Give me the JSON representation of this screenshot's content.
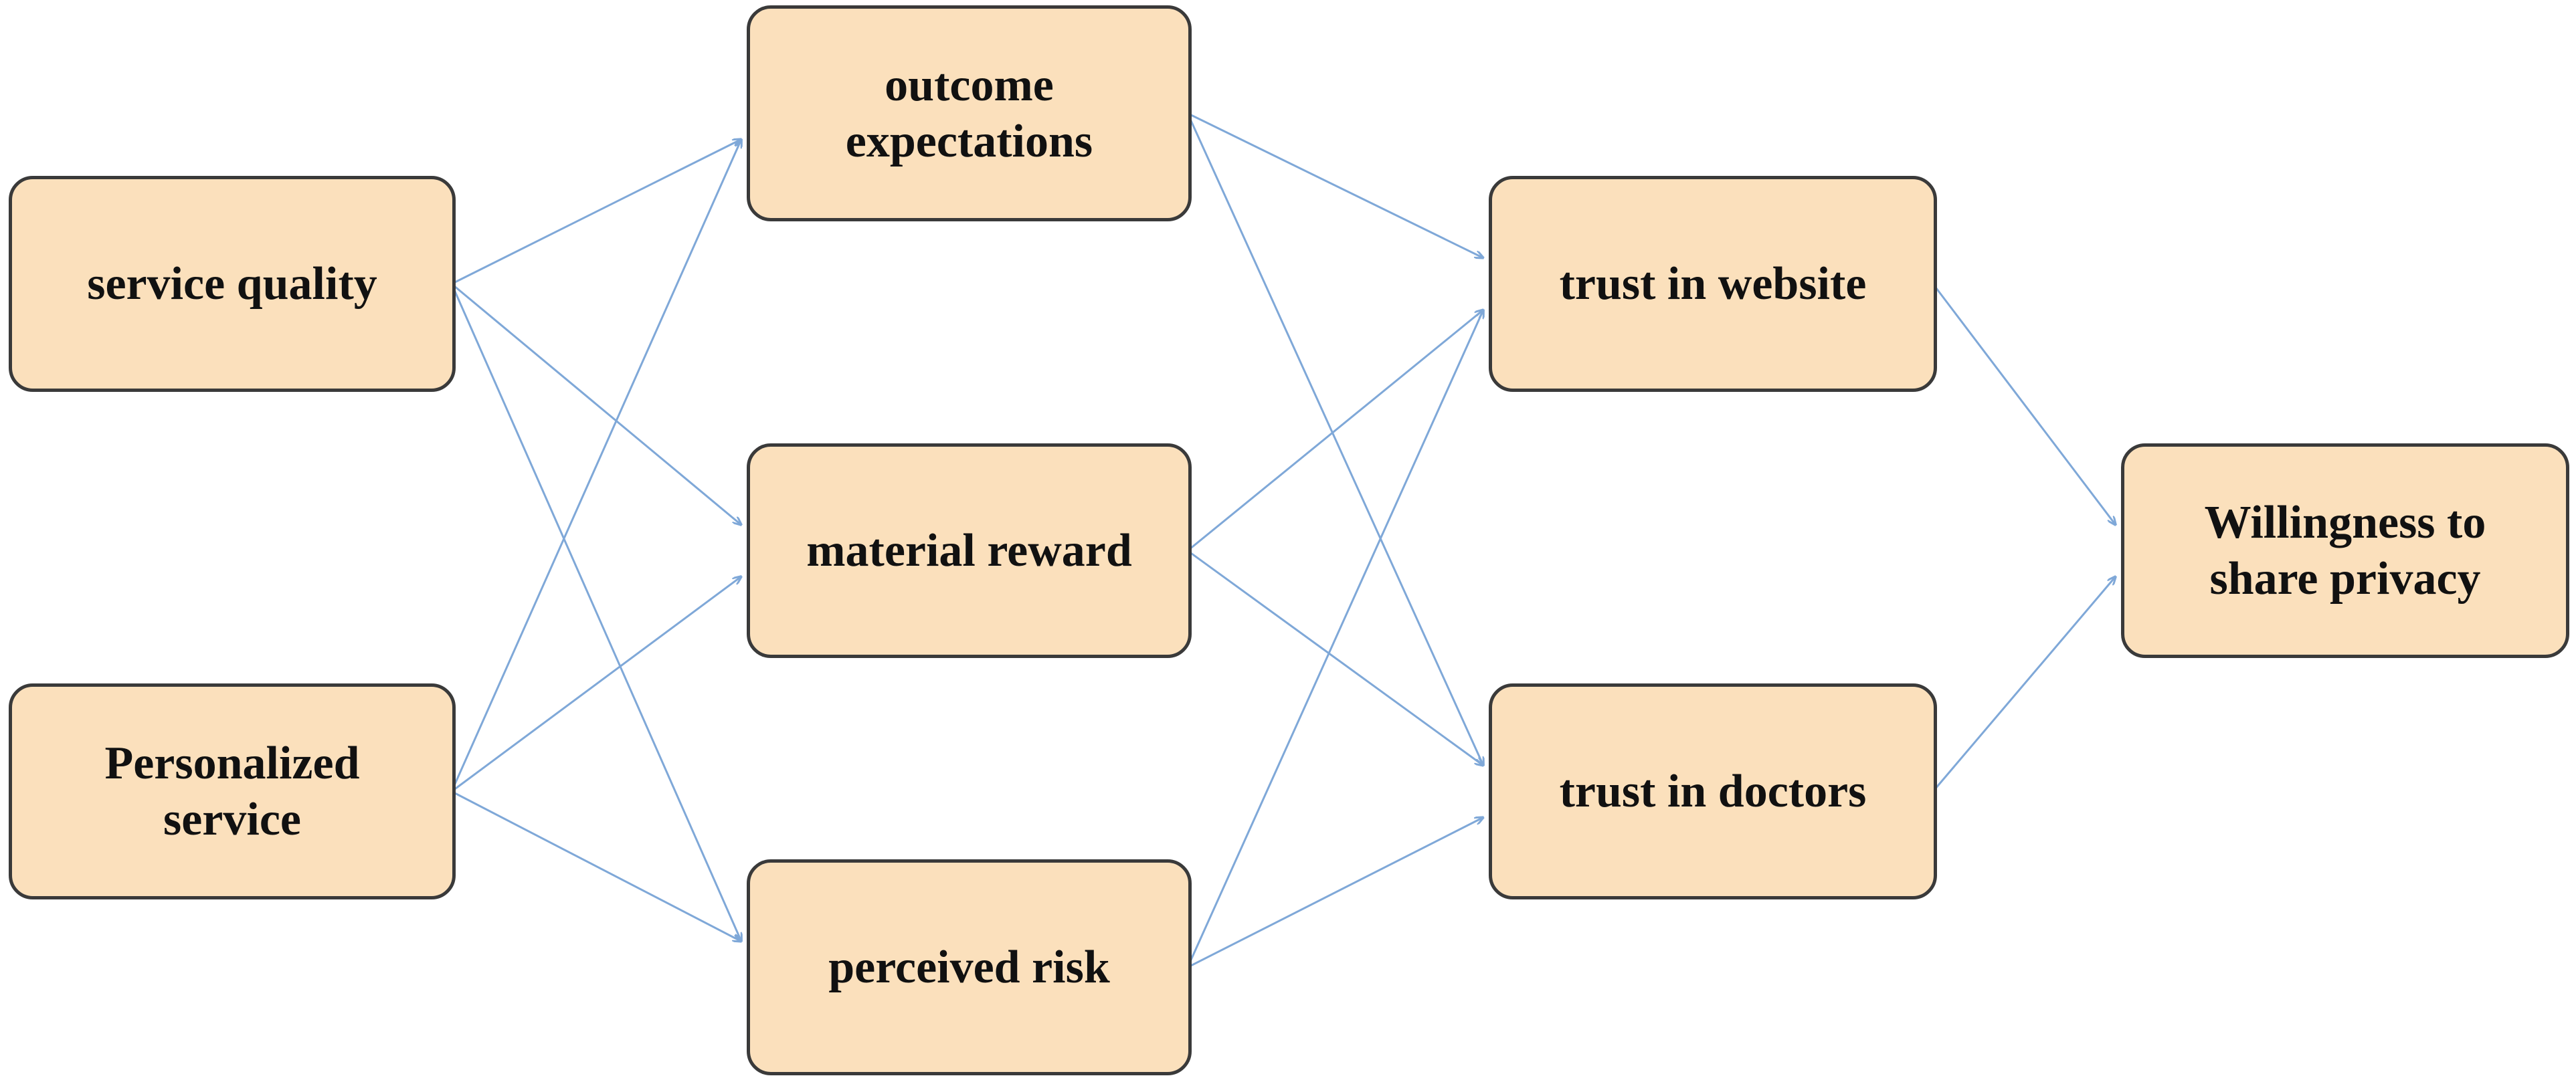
{
  "nodes": {
    "service_quality": "service quality",
    "personalized_service": "Personalized\nservice",
    "outcome_expectations": "outcome\nexpectations",
    "material_reward": "material reward",
    "perceived_risk": "perceived risk",
    "trust_in_website": "trust in website",
    "trust_in_doctors": "trust in doctors",
    "willingness_to_share_privacy": "Willingness to\nshare privacy"
  },
  "edges": [
    {
      "from": "service_quality",
      "to": "outcome_expectations"
    },
    {
      "from": "service_quality",
      "to": "material_reward"
    },
    {
      "from": "service_quality",
      "to": "perceived_risk"
    },
    {
      "from": "personalized_service",
      "to": "outcome_expectations"
    },
    {
      "from": "personalized_service",
      "to": "material_reward"
    },
    {
      "from": "personalized_service",
      "to": "perceived_risk"
    },
    {
      "from": "outcome_expectations",
      "to": "trust_in_website"
    },
    {
      "from": "outcome_expectations",
      "to": "trust_in_doctors"
    },
    {
      "from": "material_reward",
      "to": "trust_in_website"
    },
    {
      "from": "material_reward",
      "to": "trust_in_doctors"
    },
    {
      "from": "perceived_risk",
      "to": "trust_in_website"
    },
    {
      "from": "perceived_risk",
      "to": "trust_in_doctors"
    },
    {
      "from": "trust_in_website",
      "to": "willingness_to_share_privacy"
    },
    {
      "from": "trust_in_doctors",
      "to": "willingness_to_share_privacy"
    }
  ],
  "colors": {
    "box_fill": "#fbe0bc",
    "box_border": "#3a3a3a",
    "arrow": "#7fa8d8"
  }
}
